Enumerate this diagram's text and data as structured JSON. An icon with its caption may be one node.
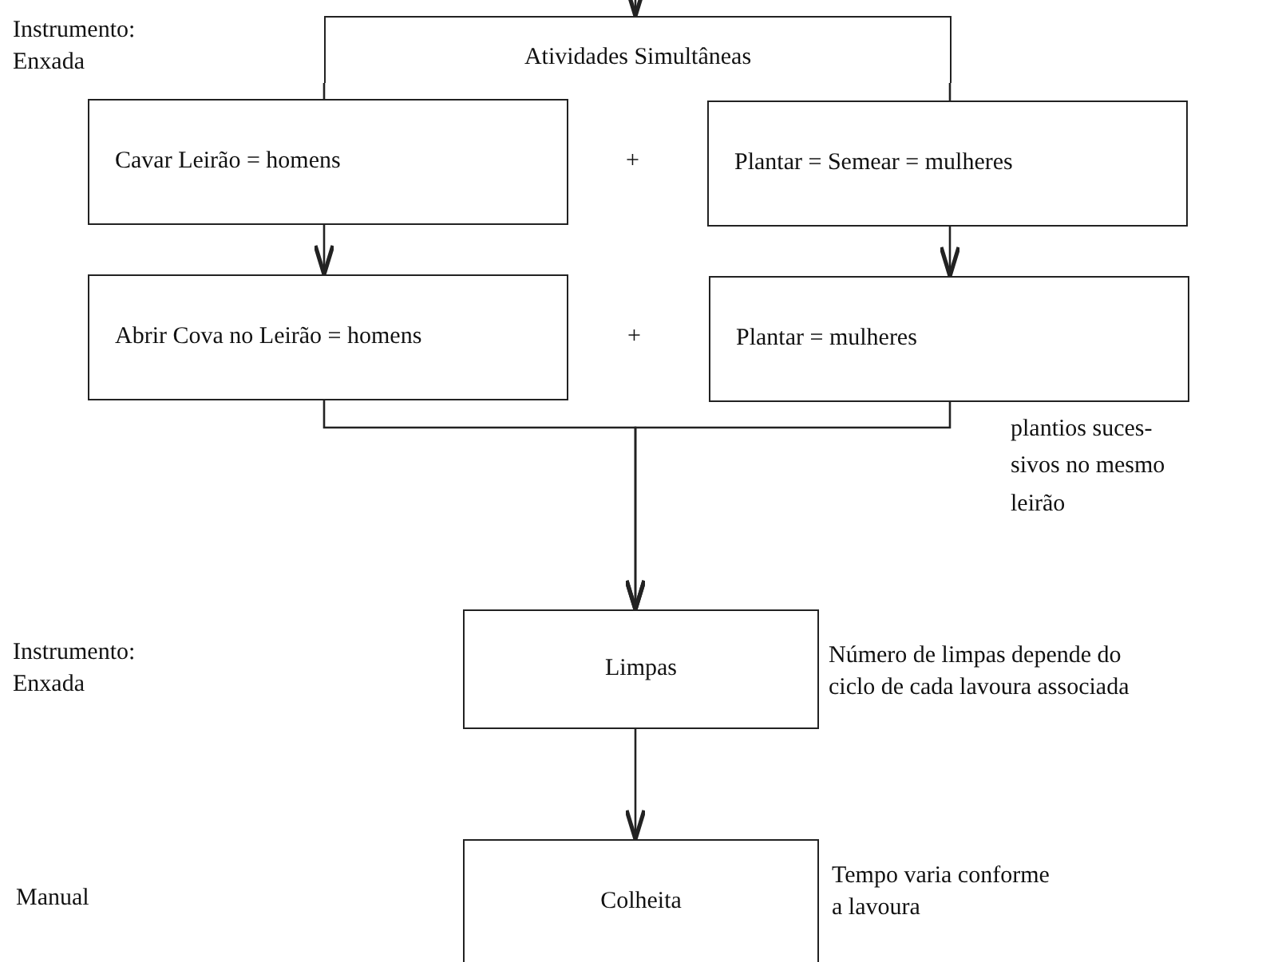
{
  "diagram": {
    "nodes": [
      {
        "text": [
          "Atividades Simultâneas"
        ]
      },
      {
        "text": [
          "Cavar Leirão = homens"
        ]
      },
      {
        "text": [
          "Plantar  = Semear = mulheres"
        ]
      },
      {
        "text": [
          "Abrir Cova no Leirão = homens"
        ]
      },
      {
        "text": [
          "Plantar = mulheres"
        ],
        "beside": [
          "plantios suces- sivos no mesmo leirão"
        ]
      },
      {
        "text": [
          "Limpas"
        ],
        "beside": [
          "Número de limpas depende do ciclo de cada lavoura associada"
        ]
      },
      {
        "text": [
          "Colheita"
        ],
        "beside": [
          "Tempo varia conforme a lavoura"
        ]
      }
    ],
    "edges": [
      {
        "from": null,
        "to": 0,
        "arrow": "to"
      },
      {
        "from": 0,
        "to": 1,
        "arrow": "none"
      },
      {
        "from": 0,
        "to": 2,
        "arrow": "none"
      },
      {
        "from": 1,
        "to": 3,
        "arrow": "to"
      },
      {
        "from": 2,
        "to": 4,
        "arrow": "to"
      },
      {
        "from": 3,
        "to": 5,
        "arrow": "to"
      },
      {
        "from": 4,
        "to": 5,
        "arrow": "to"
      },
      {
        "from": 5,
        "to": 6,
        "arrow": "to"
      }
    ],
    "labels": [
      "Instrumento: Enxada",
      "+",
      "+",
      "Instrumento: Enxada",
      "Manual"
    ]
  }
}
